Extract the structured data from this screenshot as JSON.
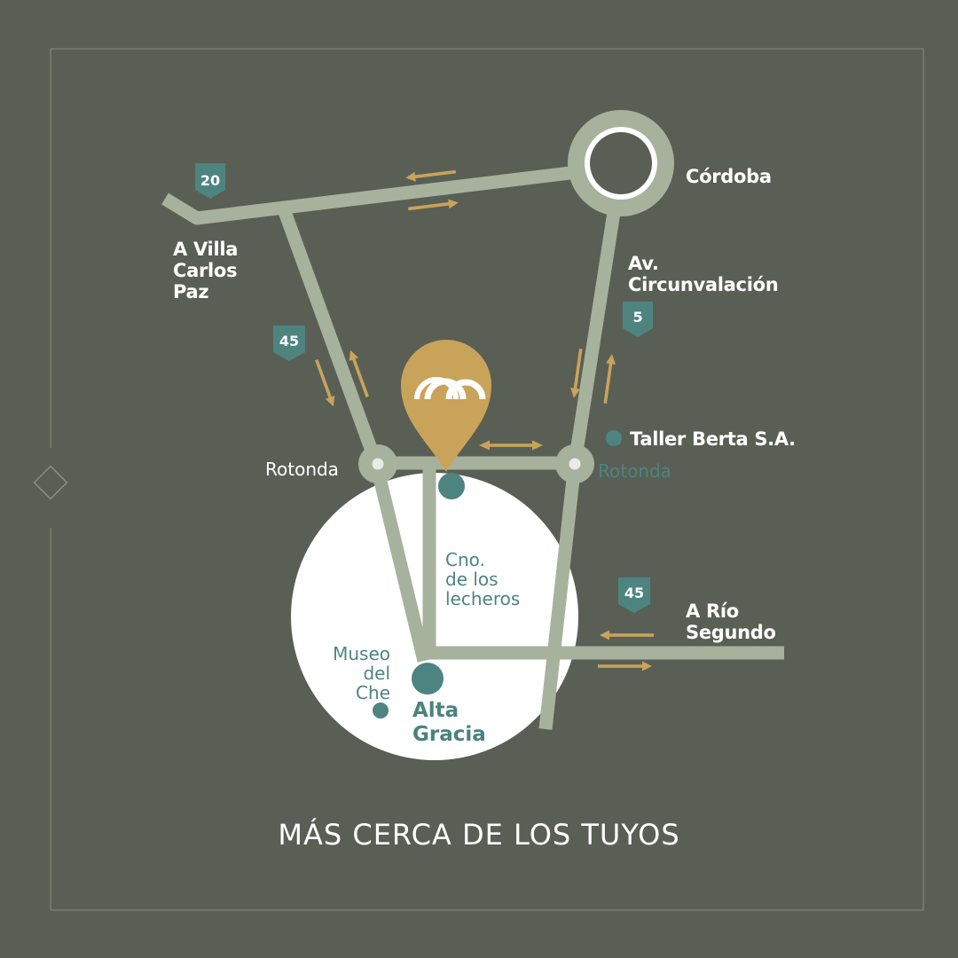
{
  "colors": {
    "background": "#5a5f55",
    "road": "#a7b29d",
    "highlight_circle": "#ffffff",
    "route_shield": "#4e8480",
    "direction_arrow": "#c9a35a",
    "pin": "#c9a35a",
    "teal_marker": "#4e8480"
  },
  "routes": {
    "r20": "20",
    "r45_west": "45",
    "r5": "5",
    "r45_east": "45"
  },
  "places": {
    "cordoba": "Córdoba",
    "villa_carlos_paz": [
      "A Villa",
      "Carlos",
      "Paz"
    ],
    "circunvalacion": [
      "Av.",
      "Circunvalación"
    ],
    "taller_berta": "Taller Berta S.A.",
    "rotonda_west": "Rotonda",
    "rotonda_east": "Rotonda",
    "camino_lecheros": [
      "Cno.",
      "de los",
      "lecheros"
    ],
    "rio_segundo": [
      "A Río",
      "Segundo"
    ],
    "museo_che": [
      "Museo",
      "del",
      "Che"
    ],
    "alta_gracia": [
      "Alta",
      "Gracia"
    ]
  },
  "icons": {
    "location_pin": "location-pin-icon",
    "brand_logo": "brand-logo-icon",
    "roundabout": "roundabout-icon",
    "diamond": "diamond-ornament-icon"
  },
  "tagline": "MÁS CERCA DE LOS TUYOS"
}
